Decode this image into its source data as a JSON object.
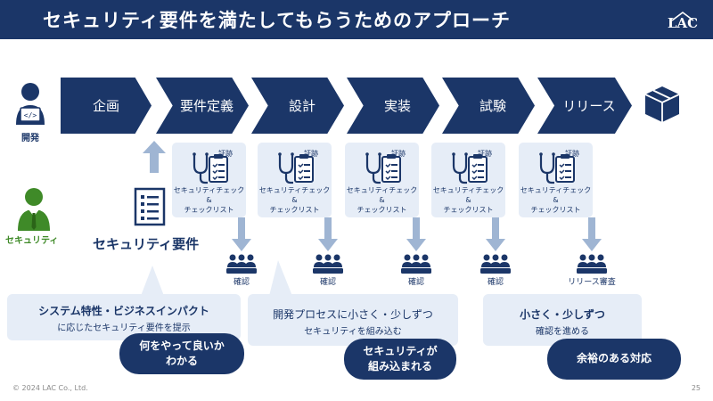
{
  "slide": {
    "title": "セキュリティ要件を満たしてもらうためのアプローチ",
    "logo_text": "LAC"
  },
  "roles": {
    "developer_label": "開発",
    "security_label": "セキュリティ"
  },
  "phases": [
    "企画",
    "要件定義",
    "設計",
    "実装",
    "試験",
    "リリース"
  ],
  "cards": [
    {
      "evidence": "証跡",
      "line1": "セキュリティチェック",
      "line2": "&",
      "line3": "チェックリスト"
    },
    {
      "evidence": "証跡",
      "line1": "セキュリティチェック",
      "line2": "&",
      "line3": "チェックリスト"
    },
    {
      "evidence": "証跡",
      "line1": "セキュリティチェック",
      "line2": "&",
      "line3": "チェックリスト"
    },
    {
      "evidence": "証跡",
      "line1": "セキュリティチェック",
      "line2": "&",
      "line3": "チェックリスト"
    },
    {
      "evidence": "証跡",
      "line1": "セキュリティチェック",
      "line2": "&",
      "line3": "チェックリスト"
    }
  ],
  "confirm_labels": [
    "確認",
    "確認",
    "確認",
    "確認",
    "リリース審査"
  ],
  "security_requirements_label": "セキュリティ要件",
  "bubbles": {
    "left": {
      "main": "システム特性・ビジネスインパクト",
      "sub": "に応じたセキュリティ要件を提示"
    },
    "middle": {
      "main": "開発プロセスに小さく・少しずつ",
      "sub": "セキュリティを組み込む"
    },
    "right": {
      "main": "小さく・少しずつ",
      "sub": "確認を進める"
    }
  },
  "pills": {
    "left": {
      "line1": "何をやって良いか",
      "line2": "わかる"
    },
    "middle": {
      "line1": "セキュリティが",
      "line2": "組み込まれる"
    },
    "right": {
      "line1": "余裕のある対応"
    }
  },
  "footer": {
    "copyright": "© 2024 LAC Co., Ltd.",
    "page": "25"
  },
  "colors": {
    "navy": "#1b3668",
    "light_blue": "#e6edf7",
    "arrow_blue": "#9fb5d3",
    "security_green": "#3f8a28"
  }
}
